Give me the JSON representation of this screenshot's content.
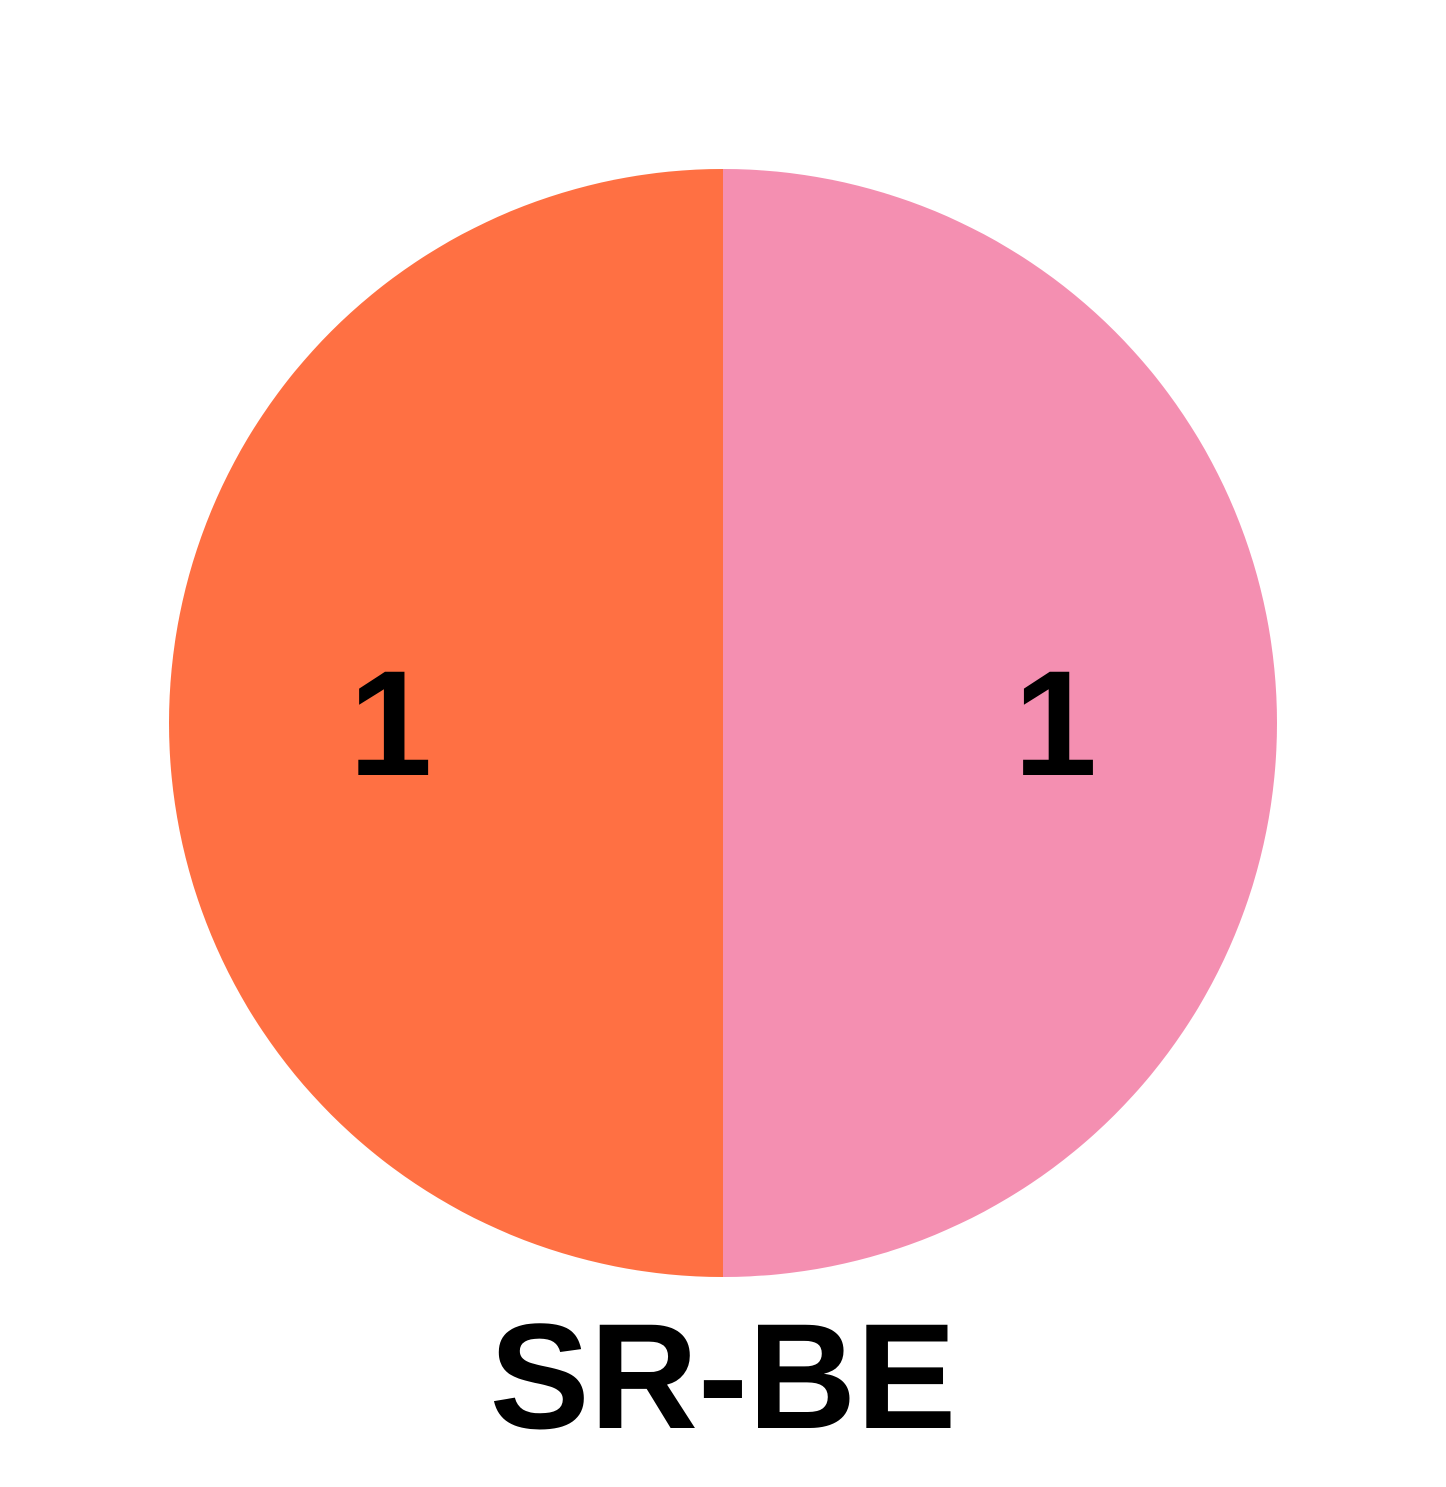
{
  "chart_data": {
    "type": "pie",
    "title": "SR-BE",
    "slices": [
      {
        "value": 1,
        "label": "1",
        "color": "#FF7043"
      },
      {
        "value": 1,
        "label": "1",
        "color": "#F48FB1"
      }
    ],
    "start_angle_deg": 90,
    "direction": "counterclockwise"
  }
}
